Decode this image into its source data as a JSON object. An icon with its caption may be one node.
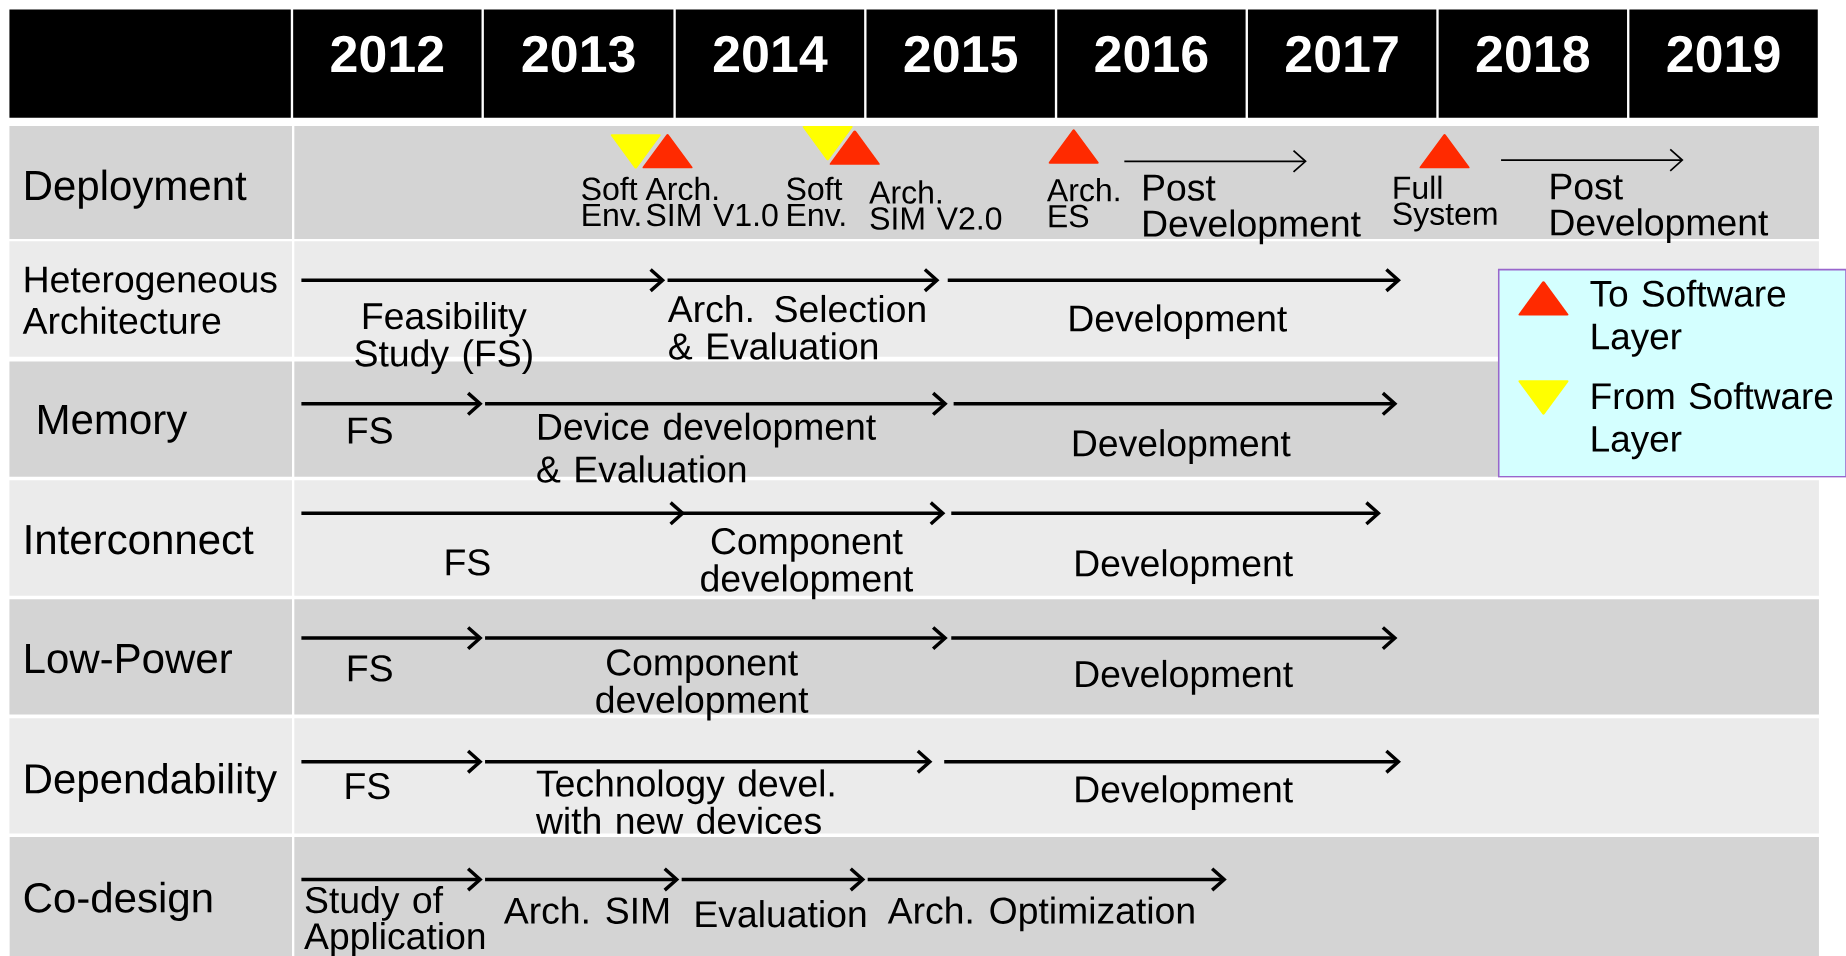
{
  "diagram": {
    "labels": [
      "2012",
      "2013",
      "2014",
      "2015",
      "2016",
      "2017",
      "2018",
      "2019",
      "Deployment",
      "Soft Env.",
      "Arch. SIM V1.0",
      "Soft Env.",
      "Arch. SIM V2.0",
      "Arch. ES",
      "Post Development",
      "Full System",
      "Post Development",
      "Heterogeneous Architecture",
      "Feasibility Study (FS)",
      "Arch. Selection & Evaluation",
      "Development",
      "Memory",
      "FS",
      "Device development & Evaluation",
      "Development",
      "Interconnect",
      "FS",
      "Component development",
      "Development",
      "Low-Power",
      "FS",
      "Component development",
      "Development",
      "Dependability",
      "FS",
      "Technology devel. with new devices",
      "Development",
      "Co-design",
      "Study of Application",
      "Arch. SIM",
      "Evaluation",
      "Arch. Optimization"
    ],
    "legend": [
      {
        "text": "To Software Layer",
        "color": "#ff2a00"
      },
      {
        "text": "From Software Layer",
        "color": "#ffff00"
      }
    ]
  }
}
